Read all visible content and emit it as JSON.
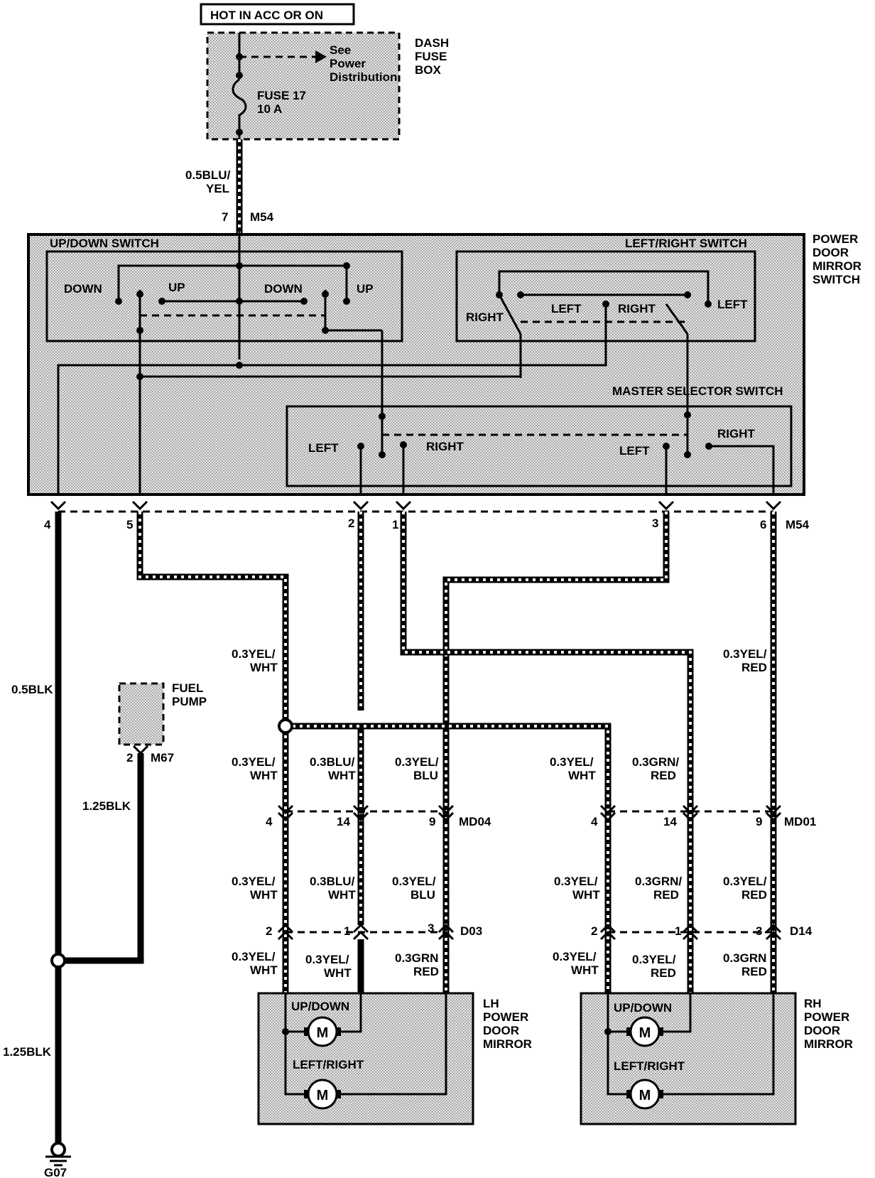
{
  "header": {
    "power_label": "HOT IN ACC OR ON"
  },
  "fuse_box": {
    "name_lines": [
      "DASH",
      "FUSE",
      "BOX"
    ],
    "see_lines": [
      "See",
      "Power",
      "Distribution"
    ],
    "fuse_lines": [
      "FUSE 17",
      "10 A"
    ]
  },
  "feed_wire": {
    "lines": [
      "0.5BLU/",
      "YEL"
    ],
    "pin": "7",
    "connector": "M54"
  },
  "switch_assembly": {
    "name_lines": [
      "POWER",
      "DOOR",
      "MIRROR",
      "SWITCH"
    ],
    "updown_title": "UP/DOWN SWITCH",
    "leftright_title": "LEFT/RIGHT SWITCH",
    "master_title": "MASTER SELECTOR SWITCH",
    "updown_labels": [
      "DOWN",
      "UP",
      "DOWN",
      "UP"
    ],
    "leftright_labels": [
      "RIGHT",
      "LEFT",
      "RIGHT",
      "LEFT"
    ],
    "master_labels": [
      "LEFT",
      "RIGHT",
      "LEFT",
      "RIGHT"
    ]
  },
  "m54_pins": [
    "4",
    "5",
    "2",
    "1",
    "3",
    "6"
  ],
  "m54_connector": "M54",
  "wires": {
    "ground_main": "0.5BLK",
    "yel_wht": [
      "0.3YEL/",
      "WHT"
    ],
    "yel_red": [
      "0.3YEL/",
      "RED"
    ],
    "blu_wht": [
      "0.3BLU/",
      "WHT"
    ],
    "yel_blu": [
      "0.3YEL/",
      "BLU"
    ],
    "grn_red": [
      "0.3GRN/",
      "RED"
    ],
    "grn_red_b": [
      "0.3GRN",
      "RED"
    ],
    "fuel_ground": "1.25BLK",
    "ground_lower": "1.25BLK"
  },
  "fuel_pump": {
    "name_lines": [
      "FUEL",
      "PUMP"
    ],
    "pin": "2",
    "connector": "M67"
  },
  "md04": {
    "pins": [
      "4",
      "14",
      "9"
    ],
    "connector": "MD04"
  },
  "md01": {
    "pins": [
      "4",
      "14",
      "9"
    ],
    "connector": "MD01"
  },
  "d03": {
    "pins": [
      "2",
      "1",
      "3"
    ],
    "connector": "D03"
  },
  "d14": {
    "pins": [
      "2",
      "1",
      "3"
    ],
    "connector": "D14"
  },
  "lh_mirror": {
    "name_lines": [
      "LH",
      "POWER",
      "DOOR",
      "MIRROR"
    ],
    "motor1": "UP/DOWN",
    "motor2": "LEFT/RIGHT",
    "motor_symbol": "M"
  },
  "rh_mirror": {
    "name_lines": [
      "RH",
      "POWER",
      "DOOR",
      "MIRROR"
    ],
    "motor1": "UP/DOWN",
    "motor2": "LEFT/RIGHT",
    "motor_symbol": "M"
  },
  "ground": {
    "name": "G07"
  }
}
